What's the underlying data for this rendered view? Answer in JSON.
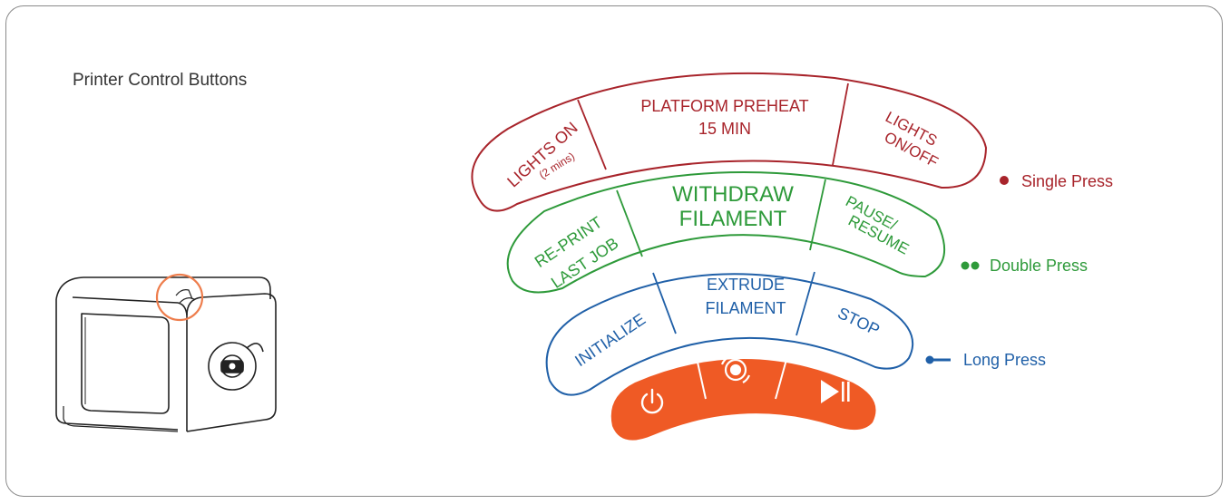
{
  "title": "Printer Control Buttons",
  "colors": {
    "single": "#a8242b",
    "double": "#2e9a3a",
    "long": "#2060a8",
    "buttons": "#ef5a25",
    "highlight": "#ee7d4c",
    "device": "#222222"
  },
  "single_press": {
    "legend": "Single Press",
    "left_line1": "LIGHTS ON",
    "left_line2": "(2 mins)",
    "mid_line1": "PLATFORM PREHEAT",
    "mid_line2": "15 MIN",
    "right_line1": "LIGHTS",
    "right_line2": "ON/OFF"
  },
  "double_press": {
    "legend": "Double Press",
    "left_line1": "RE-PRINT",
    "left_line2": "LAST JOB",
    "mid_line1": "WITHDRAW",
    "mid_line2": "FILAMENT",
    "right_line1": "PAUSE/",
    "right_line2": "RESUME"
  },
  "long_press": {
    "legend": "Long Press",
    "left_line1": "INITIALIZE",
    "mid_line1": "EXTRUDE",
    "mid_line2": "FILAMENT",
    "right_line1": "STOP"
  },
  "buttons": {
    "left_icon": "power-icon",
    "mid_icon": "nozzle-icon",
    "right_icon": "play-pause-icon"
  }
}
